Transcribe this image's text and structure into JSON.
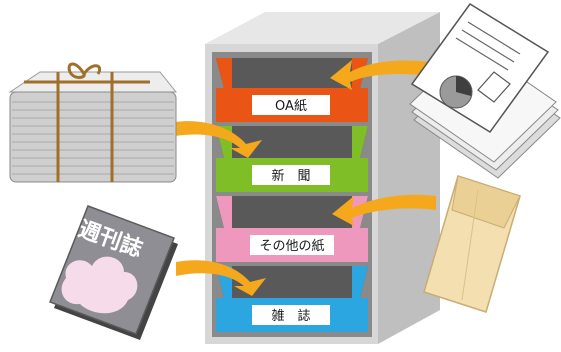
{
  "bins": [
    {
      "label": "OA紙",
      "color": "#ea5414"
    },
    {
      "label": "新　聞",
      "color": "#7fbe26"
    },
    {
      "label": "その他の紙",
      "color": "#ef98bd"
    },
    {
      "label": "雑　誌",
      "color": "#2ba6e0"
    }
  ],
  "magazine_title": "週刊誌",
  "items": [
    "newspaper-bundle-icon",
    "magazine-icon",
    "office-papers-icon",
    "envelope-icon"
  ],
  "colors": {
    "cabinet": "#d7d7d7",
    "cabinet_side": "#bfbfbf",
    "slot": "#6e6e6e",
    "arrow": "#f6a81c"
  }
}
